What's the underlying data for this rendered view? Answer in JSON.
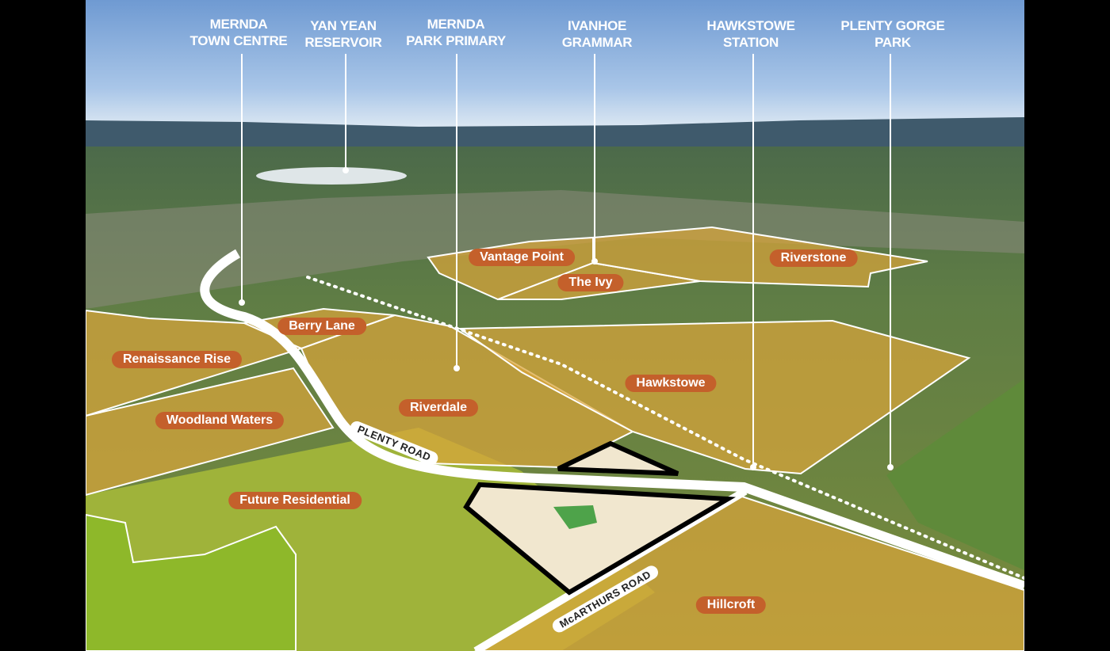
{
  "points_of_interest": [
    {
      "label_line1": "MERNDA",
      "label_line2": "TOWN CENTRE"
    },
    {
      "label_line1": "YAN YEAN",
      "label_line2": "RESERVOIR"
    },
    {
      "label_line1": "MERNDA",
      "label_line2": "PARK PRIMARY"
    },
    {
      "label_line1": "IVANHOE",
      "label_line2": "GRAMMAR"
    },
    {
      "label_line1": "HAWKSTOWE",
      "label_line2": "STATION"
    },
    {
      "label_line1": "PLENTY GORGE",
      "label_line2": "PARK"
    }
  ],
  "estates": [
    "Vantage Point",
    "The Ivy",
    "Riverstone",
    "Berry Lane",
    "Renaissance Rise",
    "Riverdale",
    "Hawkstowe",
    "Woodland Waters",
    "Future Residential",
    "Hillcroft"
  ],
  "roads": [
    "PLENTY ROAD",
    "McARTHURS ROAD"
  ],
  "colors": {
    "pill": "#c4602b",
    "estate_overlay": "#d9a53a",
    "sky": "#7aa3d6"
  }
}
